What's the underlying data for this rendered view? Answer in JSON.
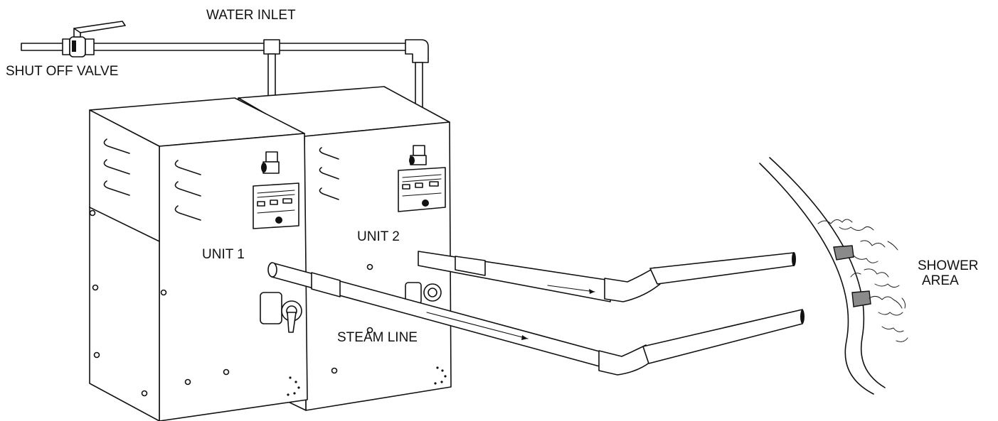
{
  "labels": {
    "water_inlet": "WATER INLET",
    "shut_off_valve": "SHUT OFF VALVE",
    "unit_1": "UNIT 1",
    "unit_2": "UNIT 2",
    "steam_line": "STEAM LINE",
    "shower_area_line1": "SHOWER",
    "shower_area_line2": "AREA"
  },
  "icons": [
    "valve-icon",
    "steam-generator-icon",
    "steam-head-icon"
  ],
  "colors": {
    "line": "#111111",
    "background": "#ffffff"
  }
}
